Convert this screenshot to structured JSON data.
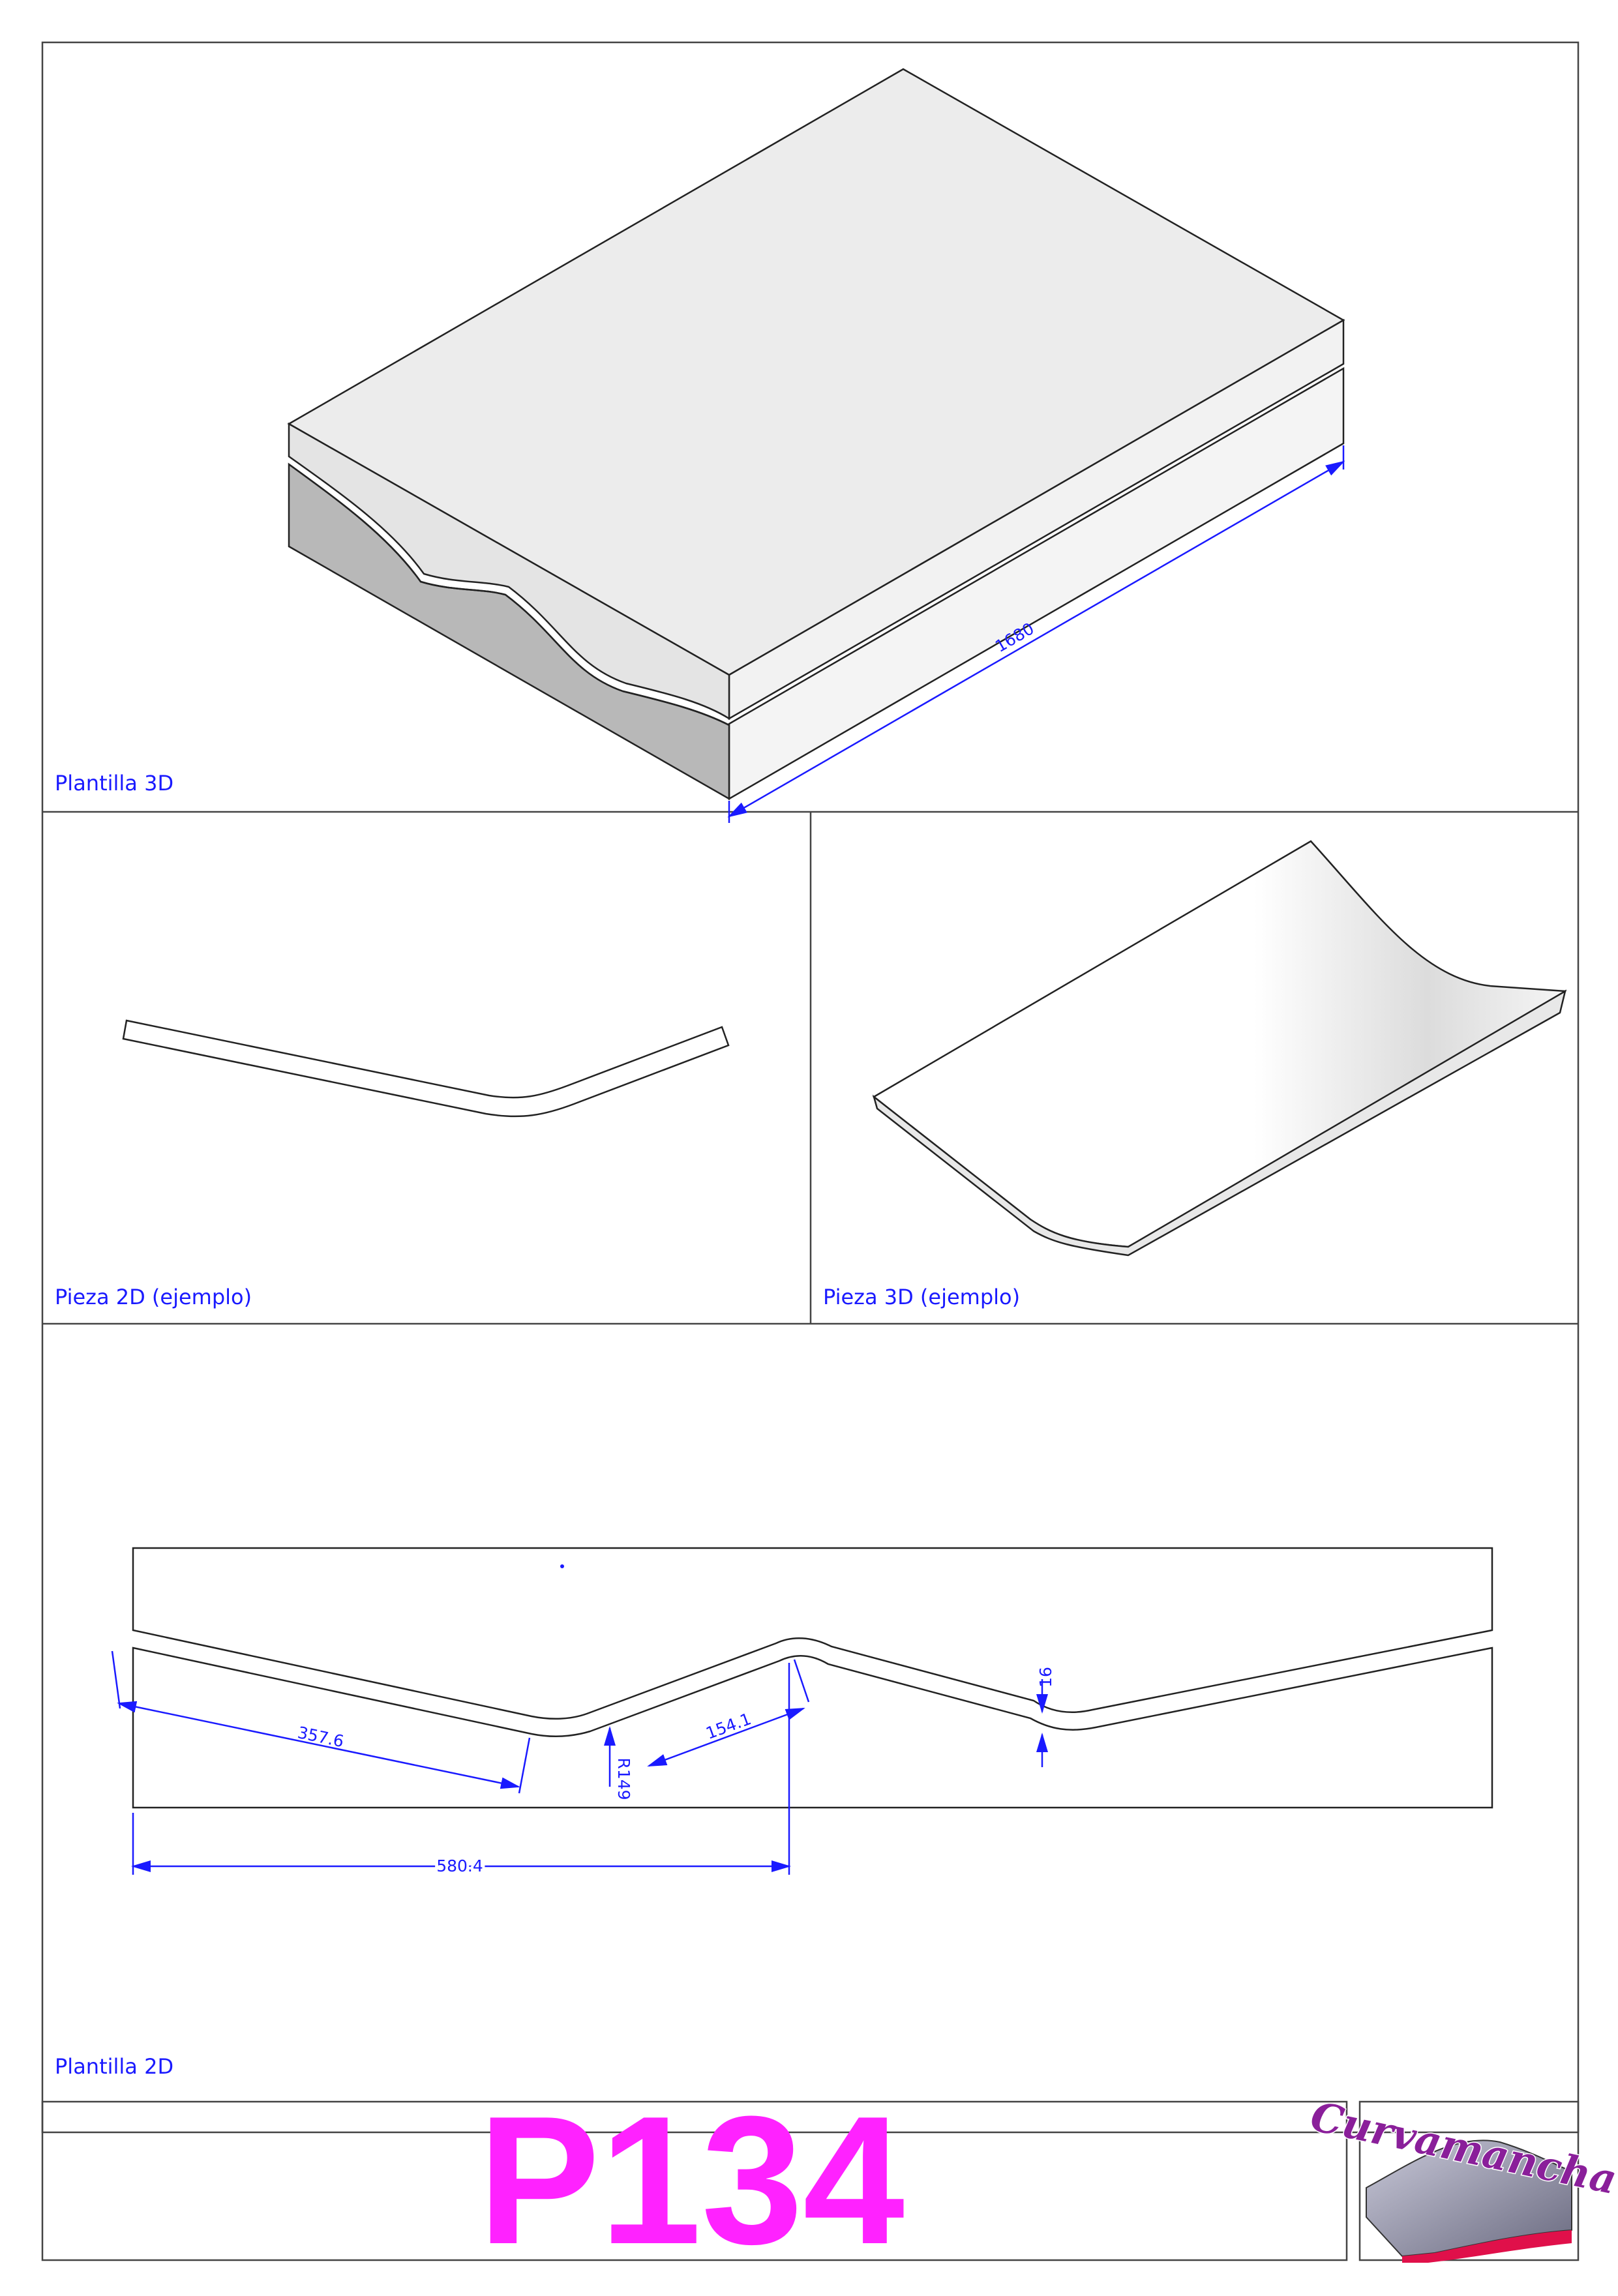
{
  "panels": {
    "template_3d_label": "Plantilla 3D",
    "piece_2d_label": "Pieza 2D (ejemplo)",
    "piece_3d_label": "Pieza 3D (ejemplo)",
    "template_2d_label": "Plantilla 2D"
  },
  "dimensions": {
    "length_3d": "1680",
    "d1": "357.6",
    "d2": "154.1",
    "radius": "R149",
    "thickness": "16",
    "d3": "580.4"
  },
  "title_block": {
    "code": "P134",
    "logo_text": "Curvamancha"
  },
  "colors": {
    "dimension": "#1a1aff",
    "code": "#ff22ff",
    "frame": "#444444"
  }
}
